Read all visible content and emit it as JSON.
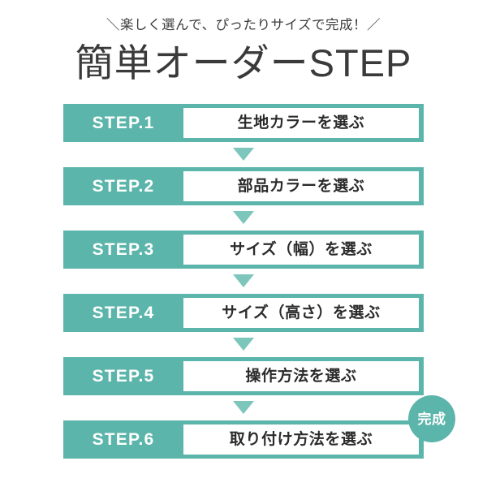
{
  "theme": {
    "teal": "#5cb5aa",
    "arrow_teal": "#7cc6bc",
    "title_color": "#3a3a3a",
    "box_text_color": "#2b2b2b",
    "background": "#ffffff"
  },
  "header": {
    "subtitle": "＼楽しく選んで、ぴったりサイズで完成！／",
    "title": "簡単オーダーSTEP"
  },
  "steps": [
    {
      "label": "STEP.1",
      "text": "生地カラーを選ぶ"
    },
    {
      "label": "STEP.2",
      "text": "部品カラーを選ぶ"
    },
    {
      "label": "STEP.3",
      "text": "サイズ（幅）を選ぶ"
    },
    {
      "label": "STEP.4",
      "text": "サイズ（高さ）を選ぶ"
    },
    {
      "label": "STEP.5",
      "text": "操作方法を選ぶ"
    },
    {
      "label": "STEP.6",
      "text": "取り付け方法を選ぶ"
    }
  ],
  "badge": {
    "text": "完成"
  }
}
